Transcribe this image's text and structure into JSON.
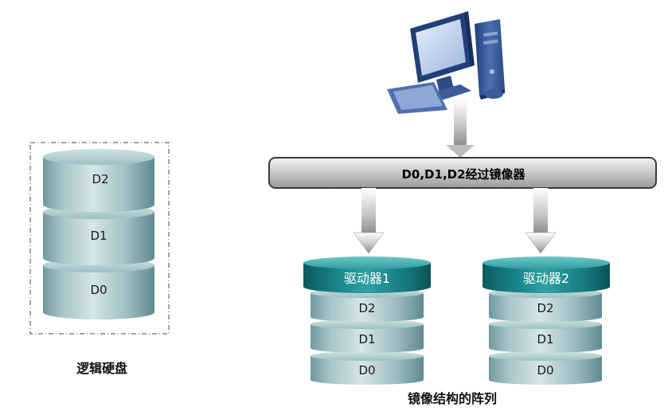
{
  "logical_disk": {
    "caption": "逻辑硬盘",
    "layers": [
      "D2",
      "D1",
      "D0"
    ]
  },
  "mirror_bus": {
    "label": "D0,D1,D2经过镜像器"
  },
  "drives": [
    {
      "name": "驱动器1",
      "layers": [
        "D2",
        "D1",
        "D0"
      ]
    },
    {
      "name": "驱动器2",
      "layers": [
        "D2",
        "D1",
        "D0"
      ]
    }
  ],
  "caption": "镜像结构的阵列",
  "icons": {
    "computer": "desktop-computer-icon"
  }
}
